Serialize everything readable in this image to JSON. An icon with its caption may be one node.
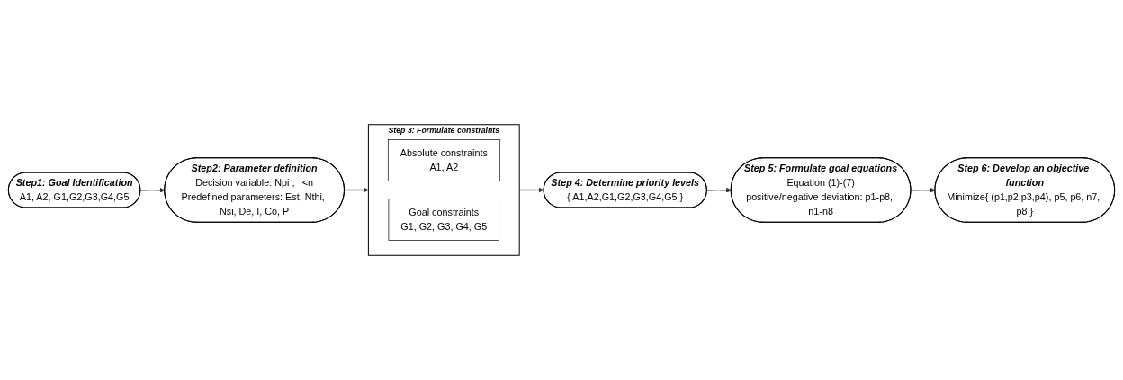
{
  "diagram": {
    "nodes": [
      {
        "text": [
          "Step1: Goal Identification",
          "A1, A2, G1,G2,G3,G4,G5"
        ]
      },
      {
        "text": [
          "Step2: Parameter definition",
          "Decision variable: Npi ;  i<n",
          "Predefined parameters: Est, Nthi, Nsi, De, I, Co, P"
        ]
      },
      {
        "text": [
          "Step 3: Formulate constraints"
        ]
      },
      {
        "text": [
          "Absolute constraints",
          "A1, A2"
        ],
        "in": 2
      },
      {
        "text": [
          "Goal constraints",
          "G1, G2, G3, G4, G5"
        ],
        "in": 2
      },
      {
        "text": [
          "Step 4: Determine priority levels",
          "{ A1,A2,G1,G2,G3,G4,G5 }"
        ]
      },
      {
        "text": [
          "Step 5: Formulate goal equations",
          "Equation (1)-(7)",
          "positive/negative deviation: p1-p8, n1-n8"
        ]
      },
      {
        "text": [
          "Step 6: Develop an objective function",
          "Minimize{ (p1,p2,p3,p4), p5, p6, n7, p8 }"
        ]
      }
    ],
    "edges": [
      {
        "from": 0,
        "to": 1,
        "arrow": "to"
      },
      {
        "from": 1,
        "to": 2,
        "arrow": "to"
      },
      {
        "from": 2,
        "to": 5,
        "arrow": "to"
      },
      {
        "from": 5,
        "to": 6,
        "arrow": "to"
      },
      {
        "from": 6,
        "to": 7,
        "arrow": "to"
      }
    ]
  }
}
